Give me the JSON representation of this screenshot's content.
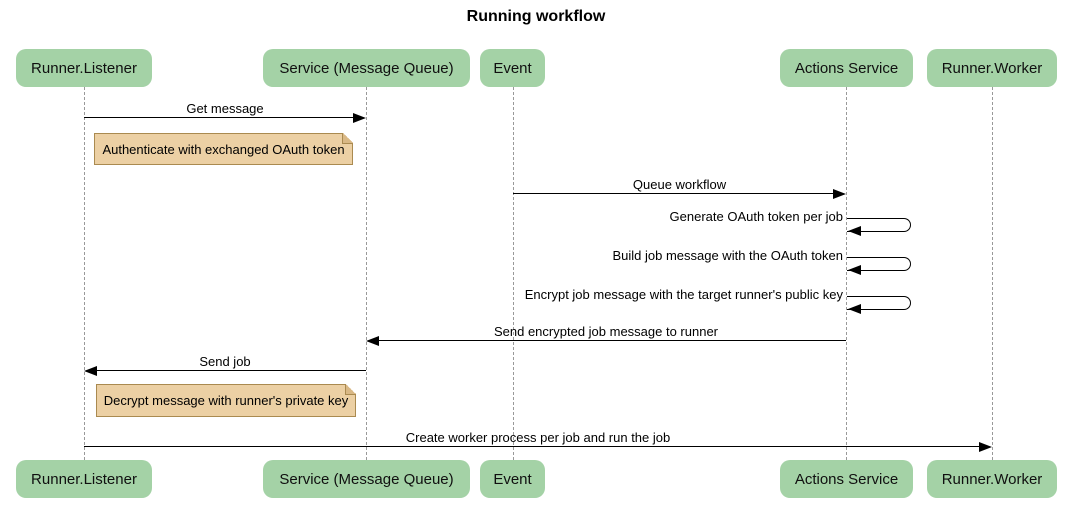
{
  "title": "Running workflow",
  "diagram_type": "sequence",
  "participants": [
    {
      "name": "Runner.Listener"
    },
    {
      "name": "Service (Message Queue)"
    },
    {
      "name": "Event"
    },
    {
      "name": "Actions Service"
    },
    {
      "name": "Runner.Worker"
    }
  ],
  "messages": [
    {
      "label": "Get message",
      "from": "Runner.Listener",
      "to": "Service (Message Queue)",
      "kind": "solid-arrow"
    },
    {
      "label": "Queue workflow",
      "from": "Event",
      "to": "Actions Service",
      "kind": "solid-arrow"
    },
    {
      "label": "Generate OAuth token per job",
      "from": "Actions Service",
      "to": "Actions Service",
      "kind": "self-loop"
    },
    {
      "label": "Build job message with the OAuth token",
      "from": "Actions Service",
      "to": "Actions Service",
      "kind": "self-loop"
    },
    {
      "label": "Encrypt job message with the target runner's public key",
      "from": "Actions Service",
      "to": "Actions Service",
      "kind": "self-loop"
    },
    {
      "label": "Send encrypted job message to runner",
      "from": "Actions Service",
      "to": "Service (Message Queue)",
      "kind": "solid-arrow"
    },
    {
      "label": "Send job",
      "from": "Service (Message Queue)",
      "to": "Runner.Listener",
      "kind": "solid-arrow"
    },
    {
      "label": "Create worker process per job and run the job",
      "from": "Runner.Listener",
      "to": "Runner.Worker",
      "kind": "solid-arrow"
    }
  ],
  "notes": [
    {
      "text": "Authenticate with exchanged OAuth token",
      "anchor": "right of Runner.Listener"
    },
    {
      "text": "Decrypt message with runner's private key",
      "anchor": "right of Runner.Listener"
    }
  ],
  "colors": {
    "participant_fill": "#a4d2a6",
    "note_fill": "#ecd0a4",
    "note_border": "#aa8a50",
    "lifeline": "#999999",
    "arrow": "#000000",
    "background": "#ffffff"
  }
}
